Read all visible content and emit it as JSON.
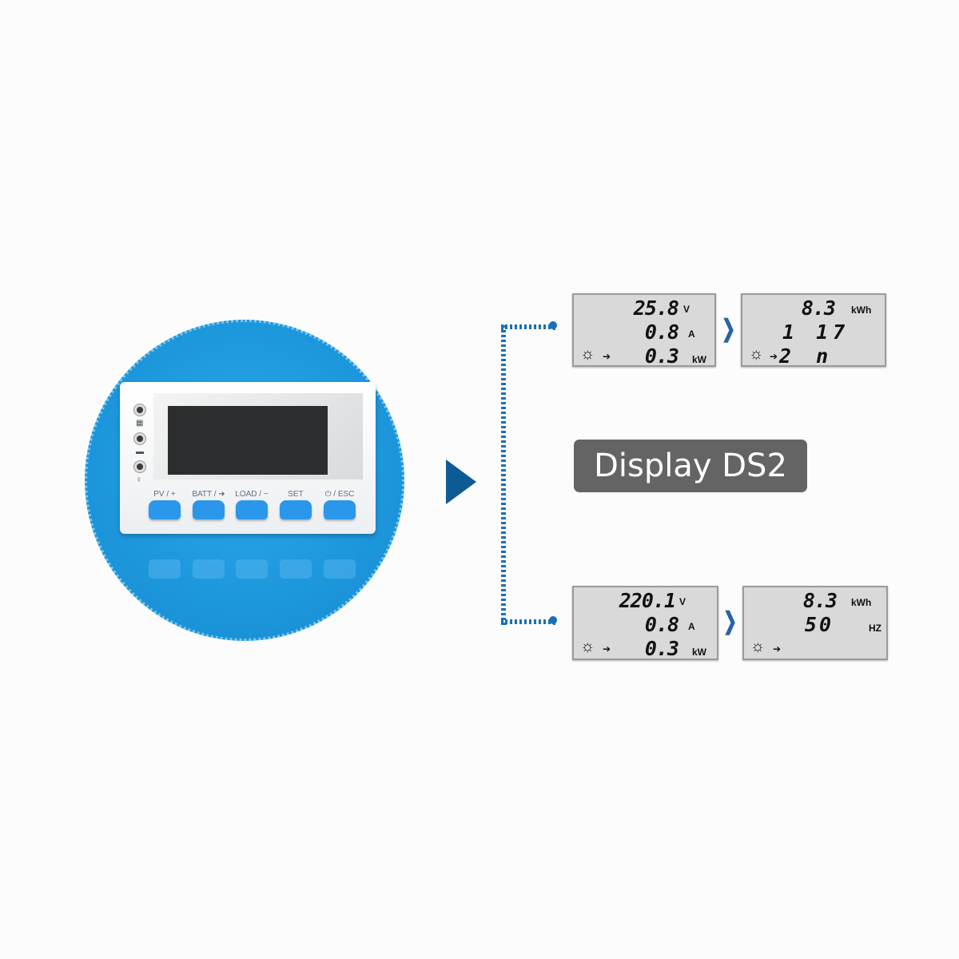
{
  "device": {
    "buttons": [
      {
        "label": "PV / +"
      },
      {
        "label": "BATT / ➜"
      },
      {
        "label": "LOAD / −"
      },
      {
        "label": "SET"
      },
      {
        "label": "⏻ / ESC"
      }
    ],
    "indicators": [
      "solar-panel-icon",
      "battery-icon",
      "lightbulb-icon"
    ]
  },
  "title": "Display DS2",
  "panels": {
    "top_left": {
      "row1": "25.8",
      "unit1": "V",
      "row2": "0.8",
      "unit2": "A",
      "row3": "0.3",
      "unit3": "kW"
    },
    "top_right": {
      "row1": "8.3",
      "unit1": "kWh",
      "row2": "1 17",
      "row3": "2 n"
    },
    "bottom_left": {
      "row1": "220.1",
      "unit1": "V",
      "row2": "0.8",
      "unit2": "A",
      "row3": "0.3",
      "unit3": "kW"
    },
    "bottom_right": {
      "row1": "8.3",
      "unit1": "kWh",
      "row2": "50",
      "unit2": "HZ"
    }
  },
  "glyphs": {
    "sun": "☼",
    "arrow": "➔",
    "chevron": "❯"
  },
  "colors": {
    "circle": "#1d97dc",
    "button": "#2a97ea",
    "connector": "#1a70b4",
    "label_bg": "#646464"
  }
}
